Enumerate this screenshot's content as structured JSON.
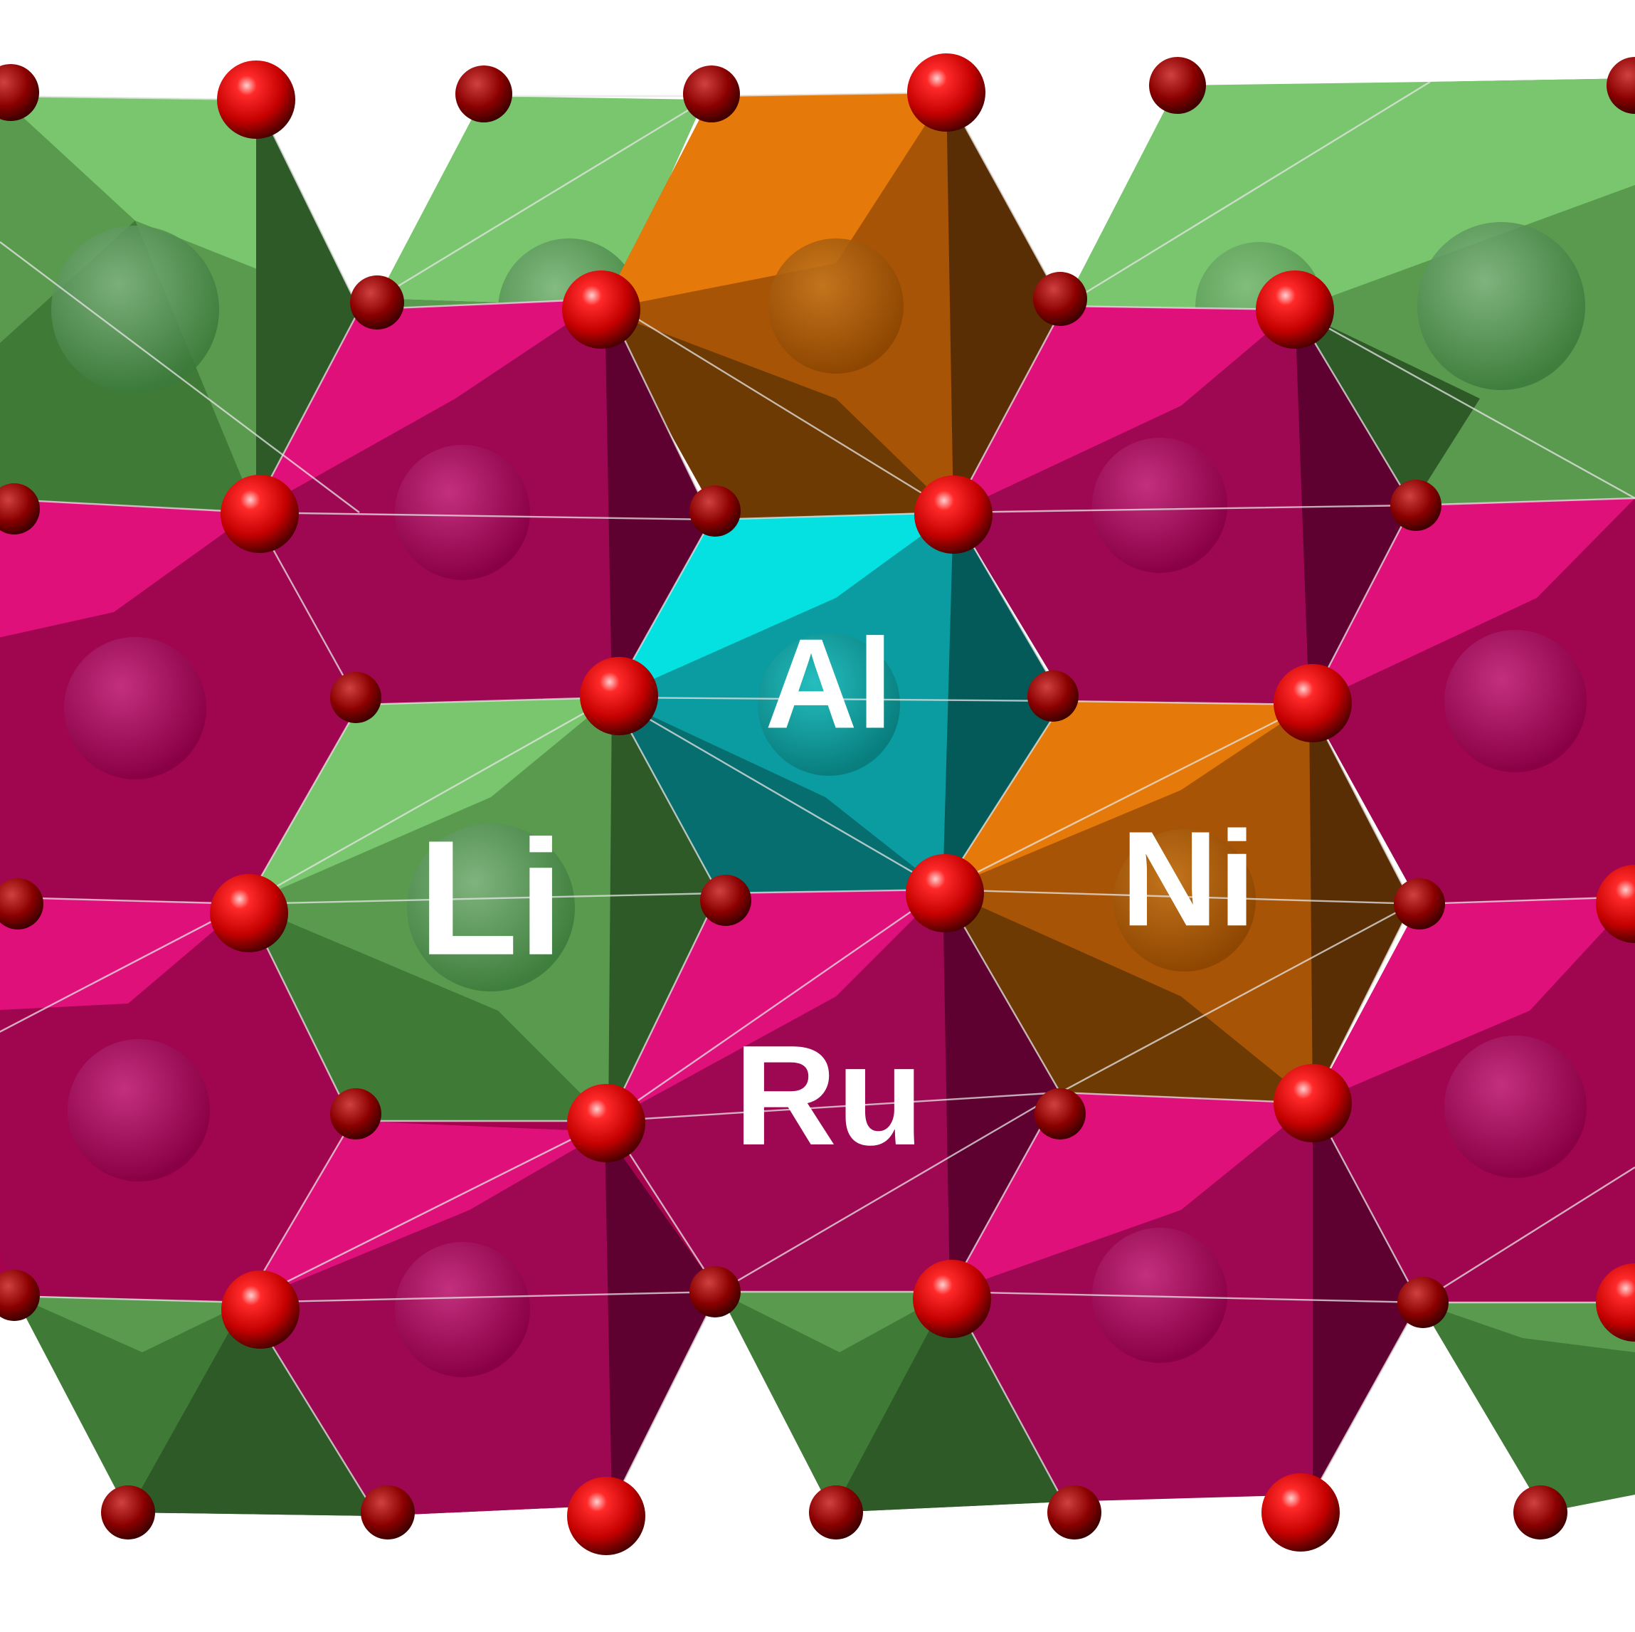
{
  "figure": {
    "description_free": true,
    "labels": {
      "li": "Li",
      "al": "Al",
      "ni": "Ni",
      "ru": "Ru"
    },
    "colors": {
      "background": "#ffffff",
      "li_light": "#7ac66e",
      "li_mid": "#5a9a4e",
      "li_dark": "#2e5a28",
      "ru_light": "#e0107a",
      "ru_mid": "#a6034f",
      "ru_dark": "#5e0030",
      "al_light": "#05e0e0",
      "al_mid": "#0a9ca0",
      "al_dark": "#045a58",
      "ni_light": "#e57a0a",
      "ni_mid": "#a85406",
      "ni_dark": "#5a2e04",
      "oxygen": "#d60000",
      "oxygen_dark": "#6a0000",
      "label_text": "#ffffff"
    },
    "icons": {
      "oxygen_atom": "sphere",
      "cation": "sphere"
    }
  }
}
